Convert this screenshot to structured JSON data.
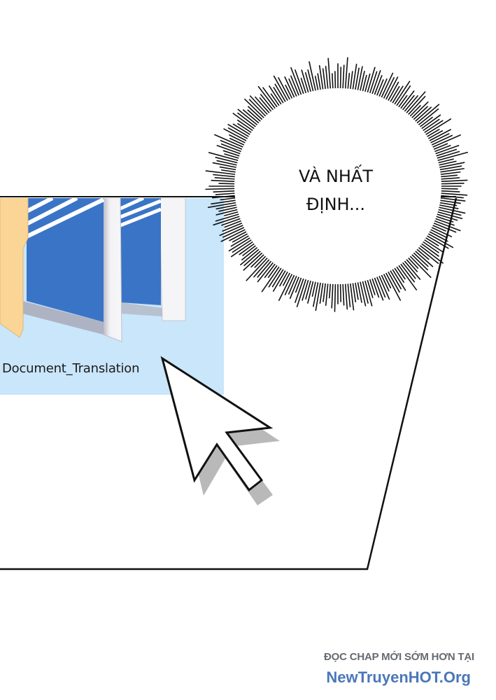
{
  "desktop": {
    "selected_file": {
      "name": "Document_Translation",
      "icon": "folder-with-documents-icon",
      "selection_color": "#c9e6fa"
    },
    "cursor": {
      "icon": "mouse-pointer-arrow-icon"
    }
  },
  "speech_bubble": {
    "shape": "burst-circle",
    "lines": [
      "VÀ NHẤT",
      "ĐỊNH..."
    ]
  },
  "watermark": {
    "line1": "ĐỌC CHAP MỚI SỚM HƠN TẠI",
    "line2": "NewTruyenHOT.Org",
    "line1_color": "#666a70",
    "line2_color": "#4a77b8"
  },
  "colors": {
    "folder_yellow": "#fad595",
    "doc_blue": "#3a74c6",
    "paper": "#f4f4f6",
    "frame_line": "#111111"
  }
}
